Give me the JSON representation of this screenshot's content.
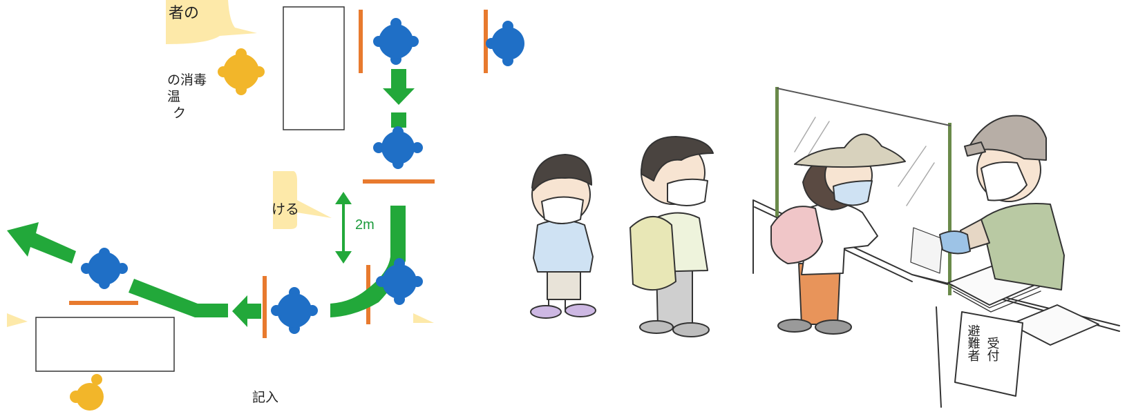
{
  "diagram": {
    "callouts": {
      "top": "者の",
      "sanitize": "の消毒",
      "line2": "温",
      "line3": "ク",
      "mid": "ける",
      "bottom": "記入"
    },
    "distance_label": "2m"
  },
  "illustration": {
    "sign_line1": "避難者",
    "sign_line2": "受付"
  },
  "colors": {
    "person_evacuee": "#1f6fc6",
    "person_staff": "#f2b62a",
    "arrow": "#22a83a",
    "partition": "#e87a2e",
    "callout_bg": "#fde9a9"
  }
}
